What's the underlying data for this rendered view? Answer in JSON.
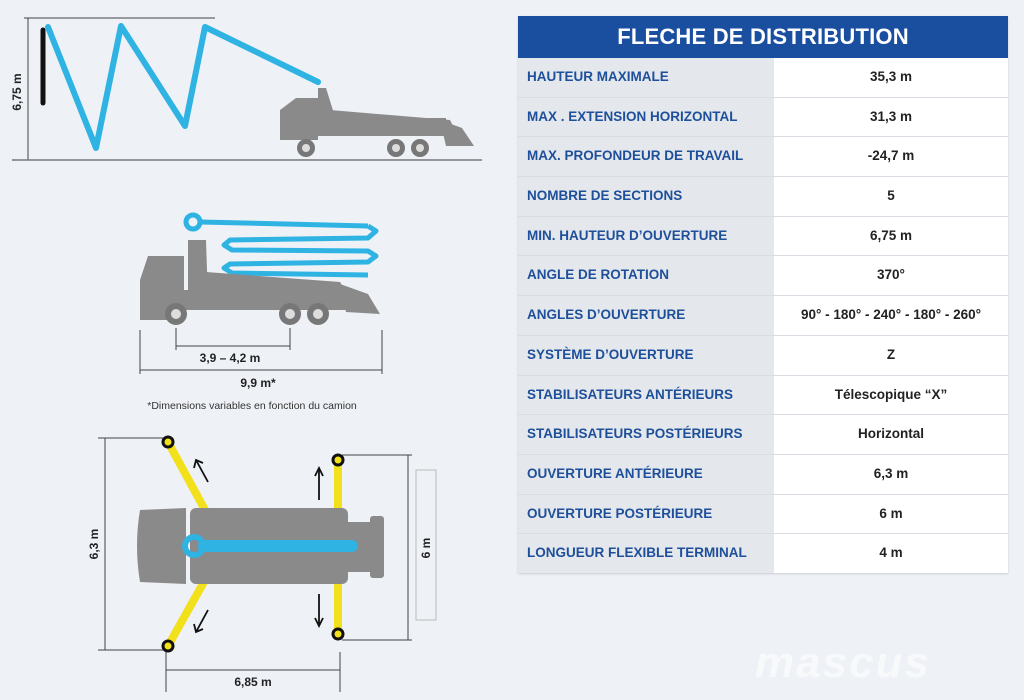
{
  "table": {
    "title": "FLECHE DE DISTRIBUTION",
    "rows": [
      {
        "label": "HAUTEUR MAXIMALE",
        "value": "35,3 m"
      },
      {
        "label": "MAX . EXTENSION HORIZONTAL",
        "value": "31,3 m"
      },
      {
        "label": "MAX. PROFONDEUR DE TRAVAIL",
        "value": "-24,7 m"
      },
      {
        "label": "NOMBRE DE SECTIONS",
        "value": "5"
      },
      {
        "label": "MIN. HAUTEUR D’OUVERTURE",
        "value": "6,75 m"
      },
      {
        "label": "ANGLE DE ROTATION",
        "value": "370°"
      },
      {
        "label": "ANGLES D’OUVERTURE",
        "value": "90° - 180° - 240° - 180° - 260°"
      },
      {
        "label": "SYSTÈME D’OUVERTURE",
        "value": "Z"
      },
      {
        "label": "STABILISATEURS ANTÉRIEURS",
        "value": "Télescopique “X”"
      },
      {
        "label": "STABILISATEURS POSTÉRIEURS",
        "value": "Horizontal"
      },
      {
        "label": "OUVERTURE ANTÉRIEURE",
        "value": "6,3 m"
      },
      {
        "label": "OUVERTURE POSTÉRIEURE",
        "value": "6 m"
      },
      {
        "label": "LONGUEUR FLEXIBLE TERMINAL",
        "value": "4 m"
      }
    ]
  },
  "diagrams": {
    "opening_height": "6,75 m",
    "wheelbase": "3,9 – 4,2 m",
    "total_length": "9,9 m*",
    "note": "*Dimensions variables en fonction du camion",
    "front_spread": "6,3 m",
    "rear_spread": "6 m",
    "outrigger_length": "6,85  m"
  },
  "watermark": "mascus",
  "colors": {
    "boom": "#2fb3e3",
    "truck": "#8a8a8a",
    "outrigger": "#f2e01b",
    "header": "#1a4fa0",
    "label_text": "#1d4f9b"
  }
}
